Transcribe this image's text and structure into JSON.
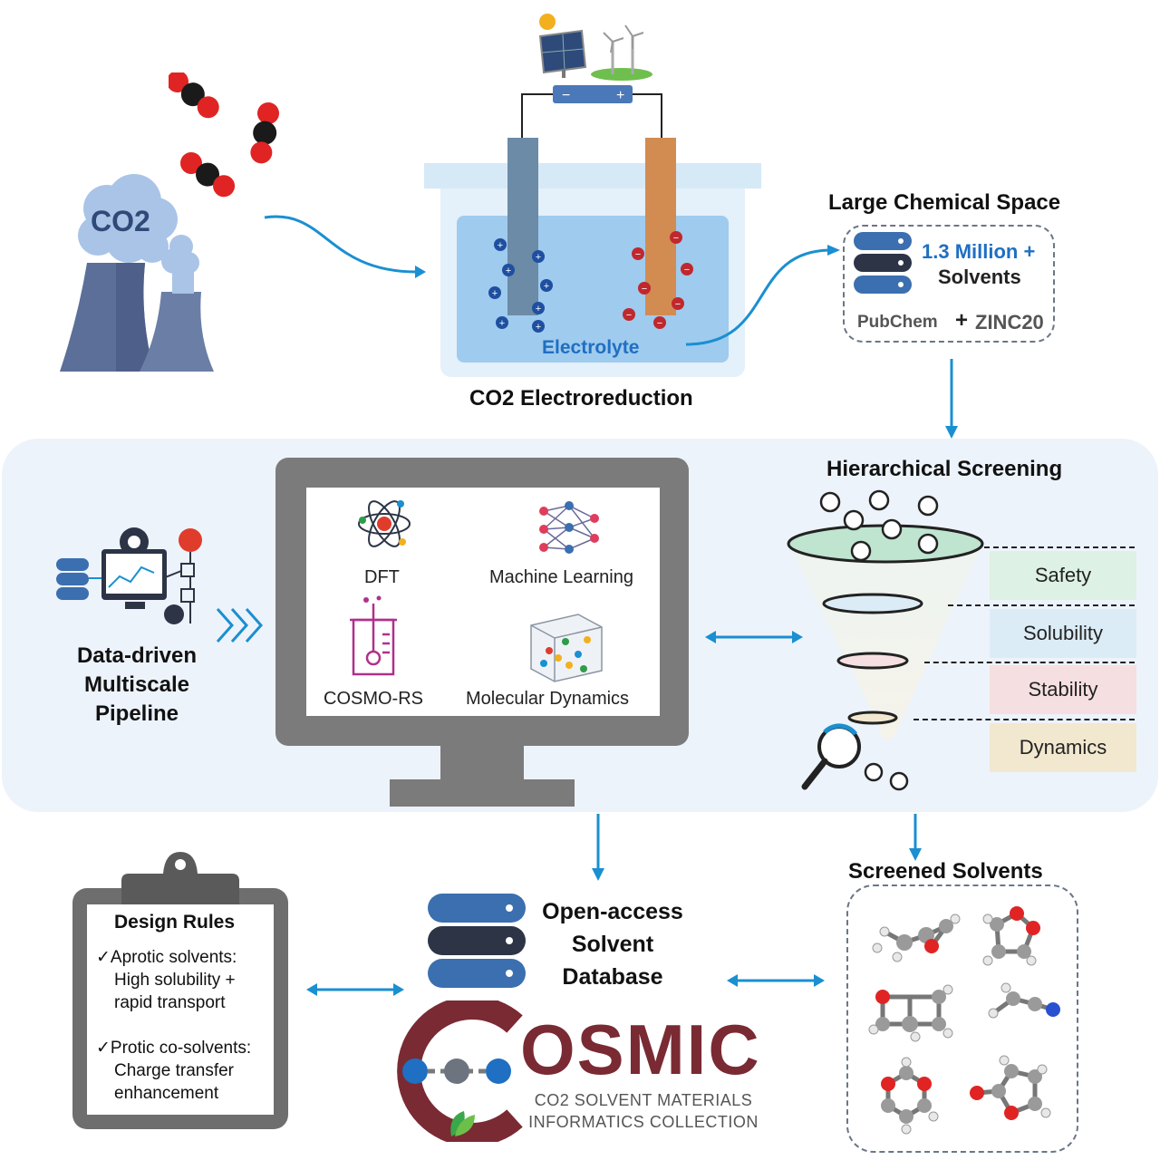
{
  "co2_label": "CO2",
  "electrolyte_label": "Electrolyte",
  "electroreduction_title": "CO2 Electroreduction",
  "large_space": {
    "title": "Large Chemical Space",
    "count": "1.3 Million +",
    "unit": "Solvents",
    "pubchem": "PubChem",
    "plus": "+",
    "zinc": "ZINC20"
  },
  "pipeline": {
    "title_line1": "Data-driven",
    "title_line2": "Multiscale",
    "title_line3": "Pipeline"
  },
  "methods": {
    "dft": "DFT",
    "ml": "Machine Learning",
    "cosmo": "COSMO-RS",
    "md": "Molecular Dynamics"
  },
  "screening": {
    "title": "Hierarchical Screening",
    "stages": [
      "Safety",
      "Solubility",
      "Stability",
      "Dynamics"
    ],
    "stage_colors": [
      "#ddf1e4",
      "#dcecf6",
      "#f6dfe0",
      "#f1e8cf"
    ]
  },
  "screened_title": "Screened Solvents",
  "database": {
    "line1": "Open-access",
    "line2": "Solvent",
    "line3": "Database"
  },
  "cosmic": {
    "name": "OSMIC",
    "subtitle_line1": "CO2 SOLVENT MATERIALS",
    "subtitle_line2": "INFORMATICS COLLECTION"
  },
  "design_rules": {
    "title": "Design Rules",
    "rule1_line1": "Aprotic solvents:",
    "rule1_line2": "High solubility +",
    "rule1_line3": "rapid transport",
    "rule2_line1": "Protic co-solvents:",
    "rule2_line2": "Charge transfer",
    "rule2_line3": "enhancement",
    "check": "✓"
  },
  "colors": {
    "accent_blue": "#1a8fd1",
    "maroon": "#7a2a33",
    "db_blue": "#3b6fb0",
    "db_dark": "#2c3446"
  }
}
